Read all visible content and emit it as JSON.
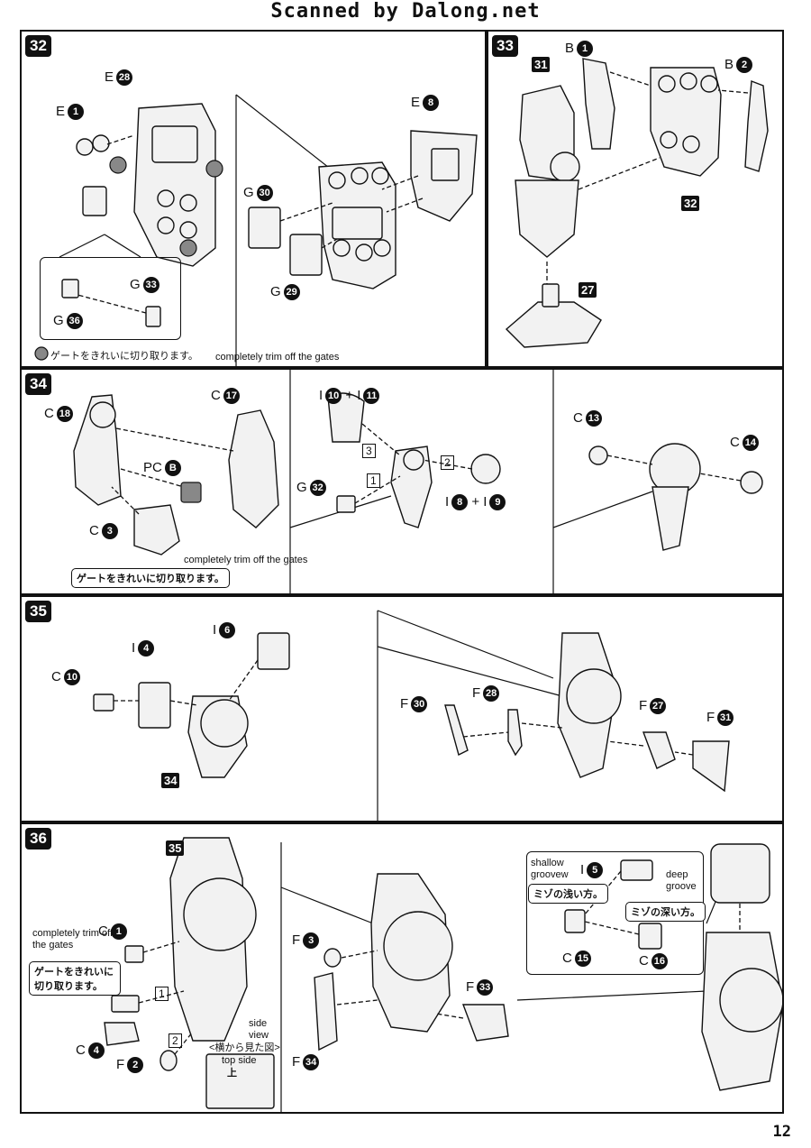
{
  "header": {
    "title": "Scanned by Dalong.net"
  },
  "page_number": "12",
  "gate_note_jp": "ゲートをきれいに切り取ります。",
  "gate_note_en": "completely trim off the gates",
  "steps": {
    "s32": {
      "step": "32",
      "labels": {
        "e28": "E",
        "e28n": "28",
        "e1": "E",
        "e1n": "1",
        "e8": "E",
        "e8n": "8",
        "g30": "G",
        "g30n": "30",
        "g29": "G",
        "g29n": "29",
        "g33": "G",
        "g33n": "33",
        "g36": "G",
        "g36n": "36"
      },
      "gate_jp": "ゲートをきれいに切り取ります。",
      "gate_en": "completely trim off the gates"
    },
    "s33": {
      "step": "33",
      "labels": {
        "b1": "B",
        "b1n": "1",
        "b2": "B",
        "b2n": "2",
        "ref31": "31",
        "ref32": "32",
        "ref27": "27"
      }
    },
    "s34": {
      "step": "34",
      "labels": {
        "c18": "C",
        "c18n": "18",
        "c17": "C",
        "c17n": "17",
        "pcb": "PC",
        "pcbn": "B",
        "c3": "C",
        "c3n": "3",
        "i10": "I",
        "i10n": "10",
        "plus1": "+",
        "i11": "I",
        "i11n": "11",
        "g32": "G",
        "g32n": "32",
        "i8": "I",
        "i8n": "8",
        "plus2": "+",
        "i9": "I",
        "i9n": "9",
        "c13": "C",
        "c13n": "13",
        "c14": "C",
        "c14n": "14",
        "o1": "1",
        "o2": "2",
        "o3": "3"
      },
      "gate_jp": "ゲートをきれいに切り取ります。",
      "gate_en": "completely trim off the gates"
    },
    "s35": {
      "step": "35",
      "labels": {
        "i6": "I",
        "i6n": "6",
        "i4": "I",
        "i4n": "4",
        "c10": "C",
        "c10n": "10",
        "ref34": "34",
        "f30": "F",
        "f30n": "30",
        "f28": "F",
        "f28n": "28",
        "f27": "F",
        "f27n": "27",
        "f31": "F",
        "f31n": "31"
      }
    },
    "s36": {
      "step": "36",
      "labels": {
        "ref35": "35",
        "c1": "C",
        "c1n": "1",
        "c4": "C",
        "c4n": "4",
        "f2": "F",
        "f2n": "2",
        "f3": "F",
        "f3n": "3",
        "f34": "F",
        "f34n": "34",
        "f33": "F",
        "f33n": "33",
        "i5": "I",
        "i5n": "5",
        "c15": "C",
        "c15n": "15",
        "c16": "C",
        "c16n": "16",
        "o1": "1",
        "o2": "2"
      },
      "gate_en": "completely trim off the gates",
      "gate_jp": "ゲートをきれいに切り取ります。",
      "side_view": "side view",
      "top_view_jp": "<横から見た図>",
      "top_side": "top side",
      "top_kanji": "上",
      "shallow_en": "shallow groovew",
      "shallow_jp": "ミゾの浅い方。",
      "deep_en": "deep groove",
      "deep_jp": "ミゾの深い方。"
    }
  }
}
